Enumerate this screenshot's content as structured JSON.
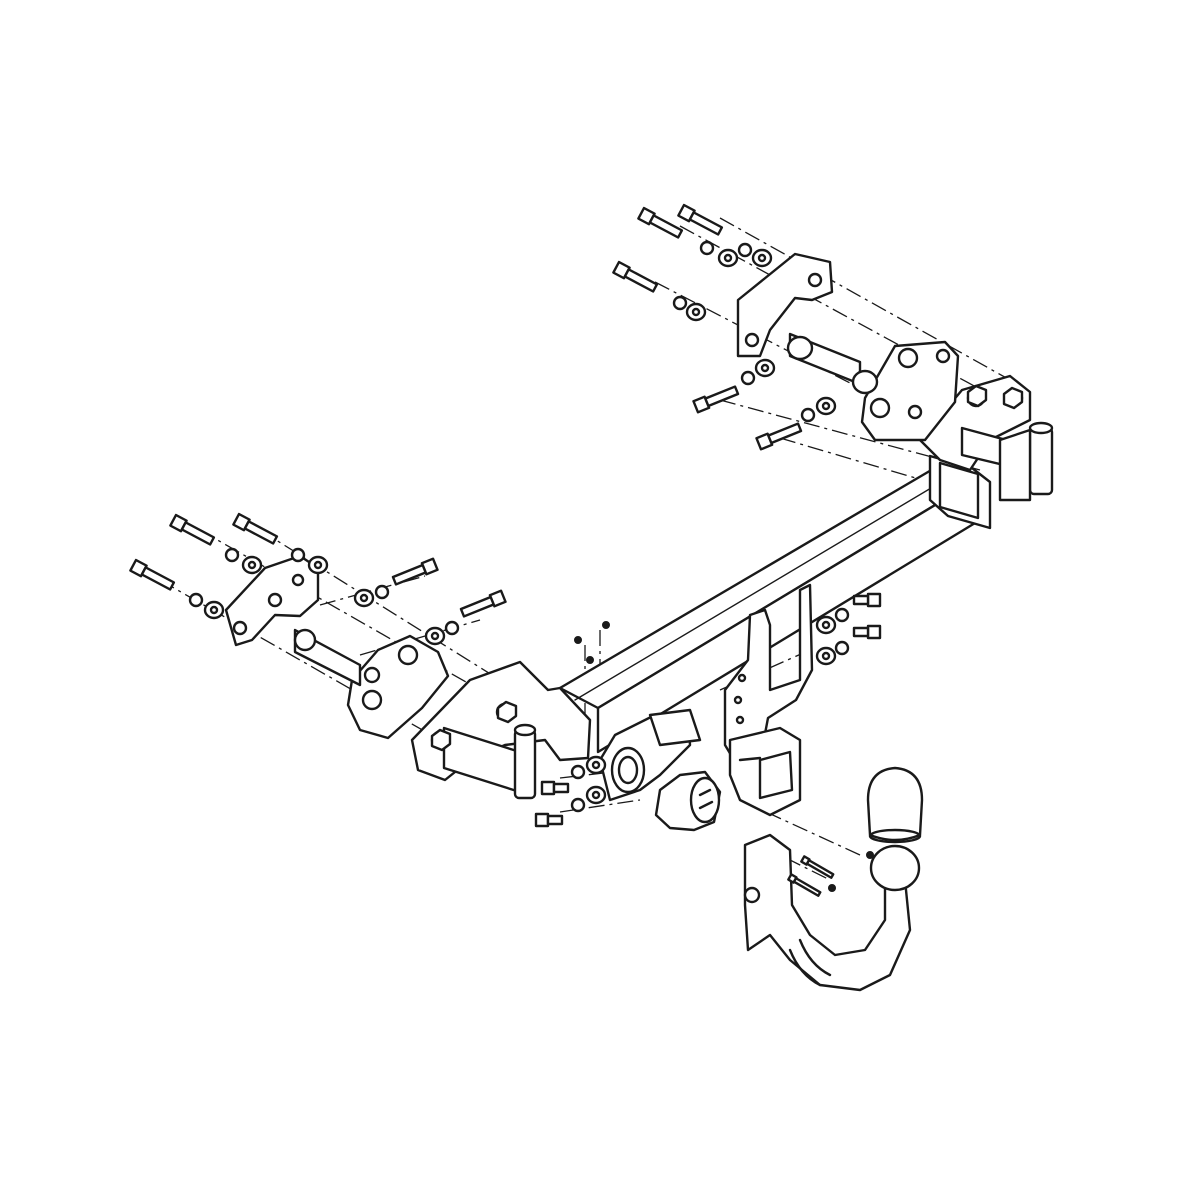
{
  "diagram": {
    "type": "exploded-assembly-line-drawing",
    "colors": {
      "background": "#ffffff",
      "ink": "#1a1a1a"
    },
    "parts": [
      "crossbar-tube",
      "right-side-bracket",
      "right-mounting-plate",
      "right-vehicle-bracket",
      "left-side-bracket",
      "left-mounting-plate",
      "left-vehicle-bracket",
      "center-hitch-bracket",
      "socket-plate",
      "electrical-socket",
      "ball-receiver",
      "tow-ball-neck",
      "ball-cap",
      "bolts",
      "washers",
      "nuts"
    ]
  }
}
